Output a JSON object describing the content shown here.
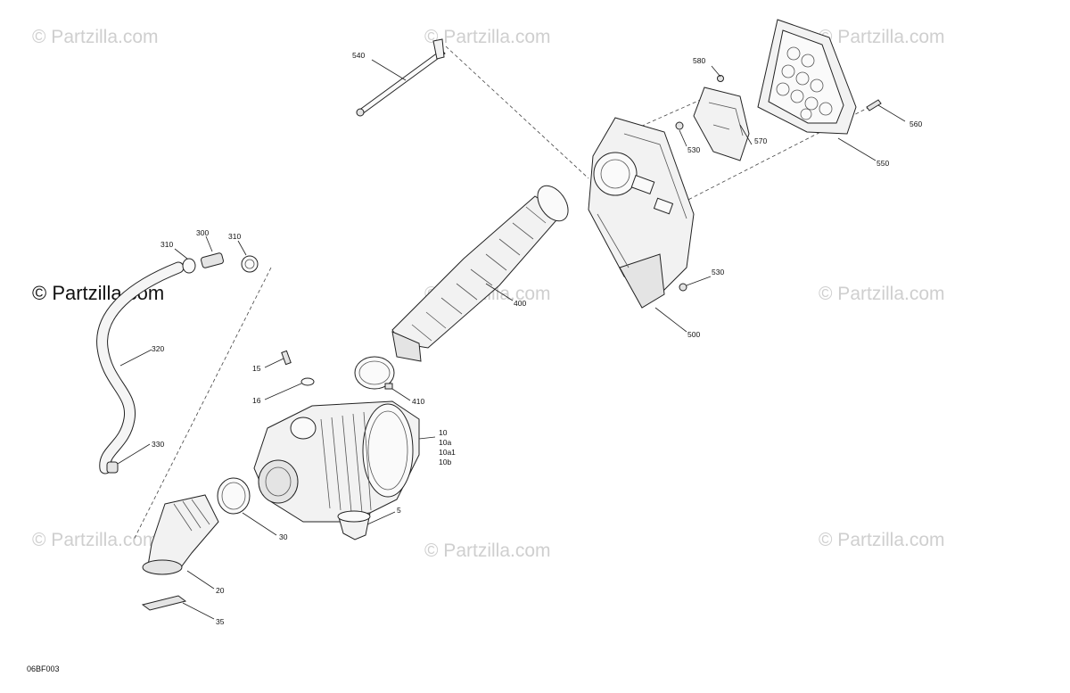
{
  "diagram": {
    "reference_code": "06BF003",
    "watermark_text": "© Partzilla.com",
    "callouts": [
      {
        "id": "540",
        "label": "540"
      },
      {
        "id": "580",
        "label": "580"
      },
      {
        "id": "560",
        "label": "560"
      },
      {
        "id": "530a",
        "label": "530"
      },
      {
        "id": "570",
        "label": "570"
      },
      {
        "id": "550",
        "label": "550"
      },
      {
        "id": "530b",
        "label": "530"
      },
      {
        "id": "500",
        "label": "500"
      },
      {
        "id": "400",
        "label": "400"
      },
      {
        "id": "310a",
        "label": "310"
      },
      {
        "id": "300",
        "label": "300"
      },
      {
        "id": "310b",
        "label": "310"
      },
      {
        "id": "320",
        "label": "320"
      },
      {
        "id": "330",
        "label": "330"
      },
      {
        "id": "15",
        "label": "15"
      },
      {
        "id": "16",
        "label": "16"
      },
      {
        "id": "410",
        "label": "410"
      },
      {
        "id": "10",
        "label": "10"
      },
      {
        "id": "10a",
        "label": "10a"
      },
      {
        "id": "10a1",
        "label": "10a1"
      },
      {
        "id": "10b",
        "label": "10b"
      },
      {
        "id": "5",
        "label": "5"
      },
      {
        "id": "30",
        "label": "30"
      },
      {
        "id": "20",
        "label": "20"
      },
      {
        "id": "35",
        "label": "35"
      }
    ]
  }
}
